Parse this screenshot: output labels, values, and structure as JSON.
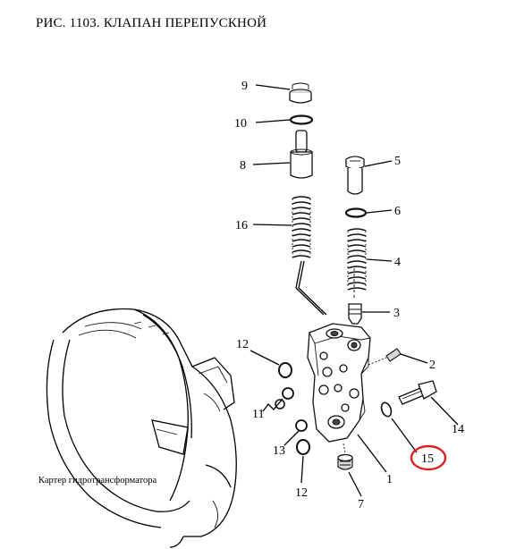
{
  "title": "РИС. 1103. КЛАПАН ПЕРЕПУСКНОЙ",
  "caption": "Картер гидротрансформатора",
  "callouts": {
    "p1": "1",
    "p2": "2",
    "p3": "3",
    "p4": "4",
    "p5": "5",
    "p6": "6",
    "p7": "7",
    "p8": "8",
    "p9": "9",
    "p10": "10",
    "p11": "11",
    "p12a": "12",
    "p12b": "12",
    "p13": "13",
    "p14": "14",
    "p15": "15",
    "p16": "16"
  },
  "highlight": {
    "part": "15",
    "color": "#e02020"
  }
}
